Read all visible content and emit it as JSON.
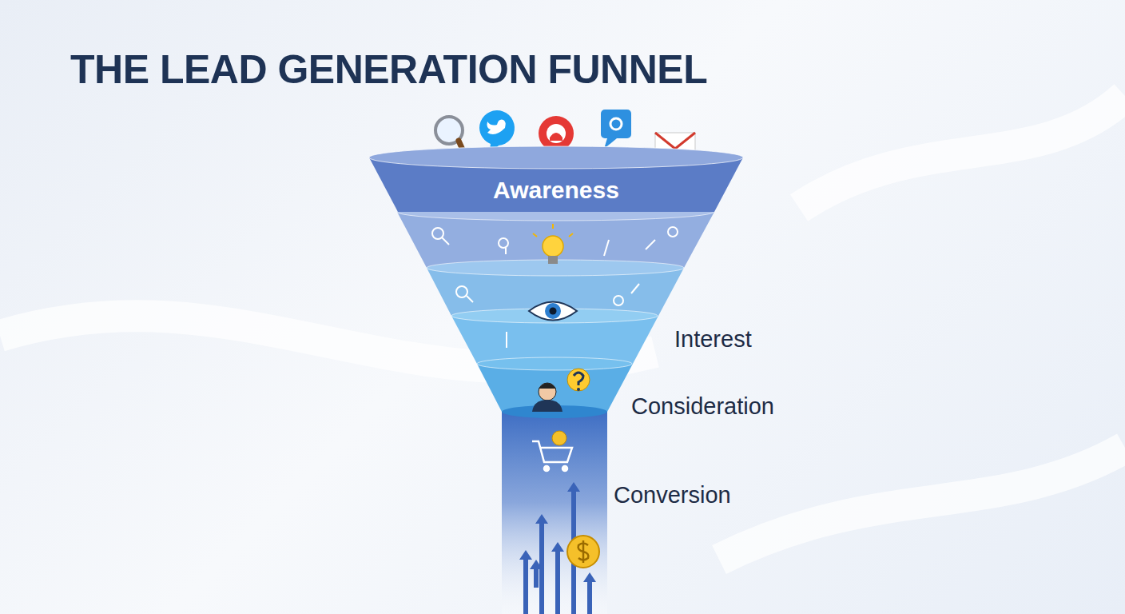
{
  "diagram": {
    "title": "THE LEAD GENERATION FUNNEL",
    "nodes": [
      {
        "text": [
          "Awareness"
        ]
      }
    ],
    "labels": [
      "Interest",
      "Consideration",
      "Conversion"
    ]
  }
}
